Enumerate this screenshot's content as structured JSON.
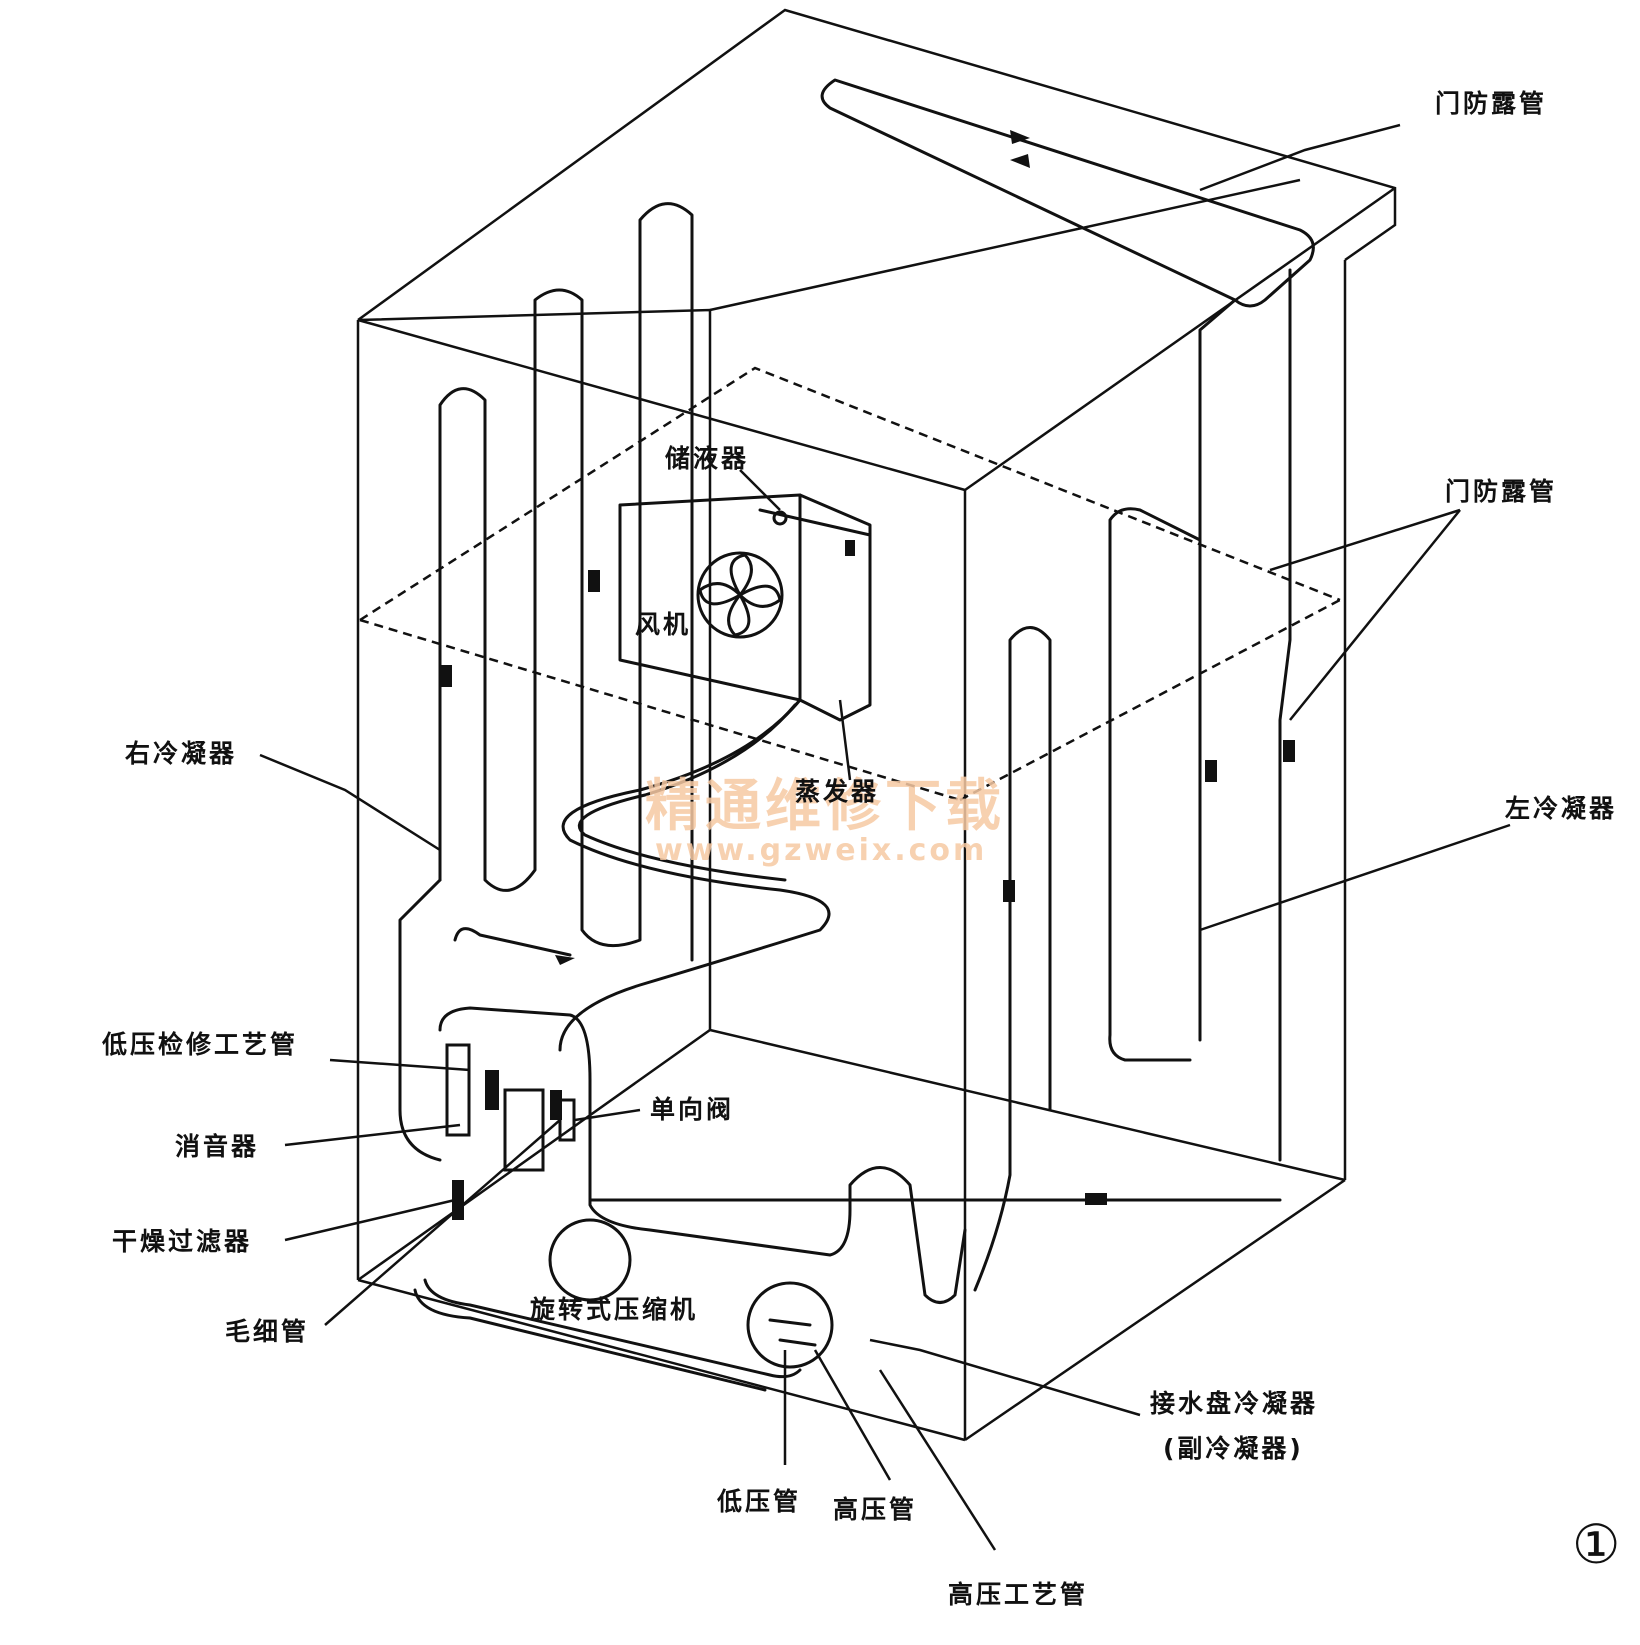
{
  "labels": {
    "door_pipe_top": "门防露管",
    "door_pipe_right": "门防露管",
    "reservoir": "储液器",
    "fan": "风机",
    "evaporator": "蒸发器",
    "right_condenser": "右冷凝器",
    "left_condenser": "左冷凝器",
    "low_pressure_service_pipe": "低压检修工艺管",
    "muffler": "消音器",
    "check_valve": "单向阀",
    "dryer_filter": "干燥过滤器",
    "capillary": "毛细管",
    "rotary_compressor": "旋转式压缩机",
    "drip_tray_condenser": "接水盘冷凝器",
    "sub_condenser": "(副冷凝器)",
    "low_pressure_pipe": "低压管",
    "high_pressure_pipe": "高压管",
    "high_pressure_process_pipe": "高压工艺管"
  },
  "watermark": {
    "title": "精通维修下载",
    "url": "www.gzweix.com"
  },
  "figure_number": "①"
}
